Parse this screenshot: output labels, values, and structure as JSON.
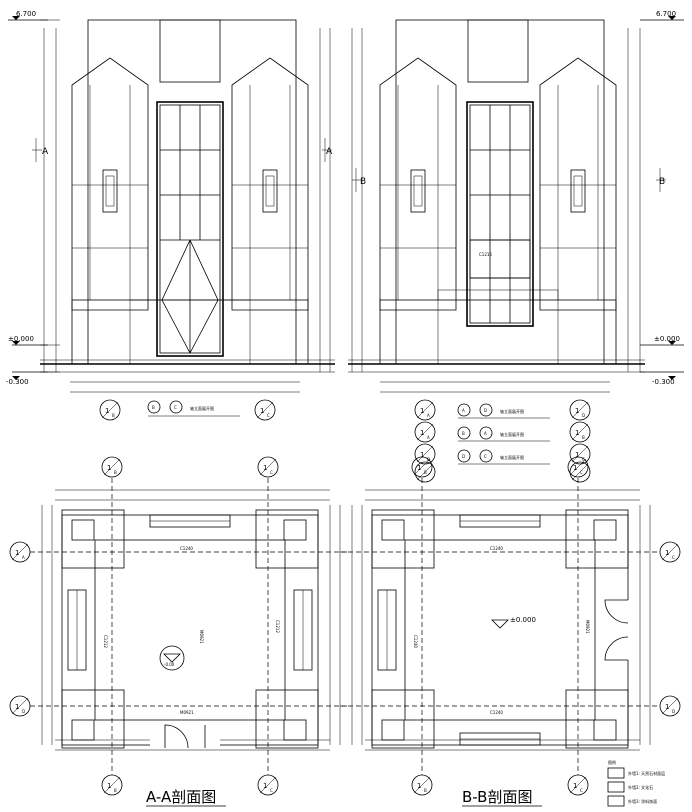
{
  "elev_left": {
    "top_level": "6.700",
    "zero_level": "±0.000",
    "ground_level": "-0.300",
    "axis_mark_left": "A",
    "axis_mark_right": "A",
    "bubbles": [
      {
        "num": "1",
        "sub": "B"
      },
      {
        "num": "1",
        "sub": "C"
      }
    ],
    "title_ref_a": "B",
    "title_ref_b": "C",
    "title_text": "轴立面展开图",
    "door_label": ""
  },
  "elev_right": {
    "top_level": "6.700",
    "zero_level": "±0.000",
    "ground_level": "-0.300",
    "axis_mark_left": "B",
    "axis_mark_right": "B",
    "window_label": "C1216",
    "bubbles": [
      {
        "num": "1",
        "sub": "A"
      },
      {
        "num": "1",
        "sub": "D"
      }
    ],
    "titles": [
      {
        "a": "A",
        "b": "D",
        "text": "轴立面展开图"
      },
      {
        "a": "B",
        "b": "A",
        "text": "轴立面展开图"
      },
      {
        "a": "D",
        "b": "C",
        "text": "轴立面展开图"
      }
    ],
    "side_bubbles": [
      {
        "num": "1",
        "sub": "A"
      },
      {
        "num": "1",
        "sub": "B"
      },
      {
        "num": "1",
        "sub": "D"
      },
      {
        "num": "1",
        "sub": "C"
      }
    ]
  },
  "plan_left": {
    "label_top": "C1240",
    "label_left": "C1212",
    "label_right": "C1212",
    "label_bottom": "M0921",
    "level": "-0.00",
    "door_tag": "M0921",
    "title": "A-A剖面图",
    "bubbles_top": [
      {
        "num": "1",
        "sub": "B"
      },
      {
        "num": "1",
        "sub": "C"
      }
    ],
    "bubbles_side": [
      {
        "num": "1",
        "sub": "A"
      },
      {
        "num": "1",
        "sub": "D"
      }
    ]
  },
  "plan_right": {
    "label_top": "C1240",
    "label_left": "C1240",
    "label_right": "M0921",
    "label_bottom": "C1240",
    "level": "±0.000",
    "title": "B-B剖面图",
    "bubbles_top": [
      {
        "num": "1",
        "sub": "B"
      },
      {
        "num": "1",
        "sub": "C"
      }
    ],
    "bubbles_side": [
      {
        "num": "1",
        "sub": "C"
      },
      {
        "num": "1",
        "sub": "D"
      }
    ]
  },
  "legend": {
    "header": "图例",
    "items": [
      {
        "label": "外墙1: 天然石材面层"
      },
      {
        "label": "外墙2: 文化石"
      },
      {
        "label": "外墙3: 涂料饰面"
      }
    ]
  }
}
